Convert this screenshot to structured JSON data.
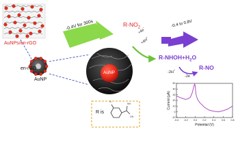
{
  "labels": {
    "composite": "AuNPs/en-rGO",
    "en_rgo": "en-rGO",
    "aunp_small": "AuNP",
    "aunp_center": "AuNP",
    "reduction_potential": "-0.4V for 300s",
    "rno2": "R-NO",
    "rno2_sub": "2",
    "electrons_4": "+4e",
    "protons_4": "+4H",
    "oxidation_potential": "-0.4 to 0.8V",
    "hydroxylamine": "R-NHOH+H",
    "hydroxylamine_sub": "2",
    "hydroxylamine_end": "O",
    "rno": "R-NO",
    "protons_2": "-2H",
    "electrons_2": "-2e",
    "r_is": "R is"
  },
  "chart_data": {
    "type": "line",
    "title": "",
    "xlabel": "Potential (V)",
    "ylabel": "Current (μA)",
    "xlim": [
      -0.4,
      0.8
    ],
    "ylim": [
      -10,
      50
    ],
    "xticks": [
      "-0.4",
      "-0.2",
      "0.0",
      "0.2",
      "0.4",
      "0.6",
      "0.8"
    ],
    "yticks": [
      "-10",
      "0",
      "10",
      "20",
      "30",
      "40",
      "50"
    ],
    "series": [
      {
        "x": [
          -0.4,
          -0.32,
          -0.25,
          -0.2,
          -0.15,
          -0.1,
          -0.06,
          -0.03,
          -0.01,
          0.0,
          0.02,
          0.05,
          0.1,
          0.2,
          0.3,
          0.4,
          0.5,
          0.6,
          0.7,
          0.8
        ],
        "values": [
          28,
          25,
          23,
          22,
          23,
          26,
          34,
          44,
          49,
          46,
          30,
          22,
          16,
          8,
          3,
          1,
          0,
          2,
          5,
          10
        ]
      }
    ],
    "color": "#b04fc4"
  },
  "colors": {
    "green_arrow": "#8bd84a",
    "purple_arrow": "#7a3fd0",
    "red": "#e02020",
    "gold_dash": "#e0a020",
    "au_red": "#e82a1c"
  }
}
